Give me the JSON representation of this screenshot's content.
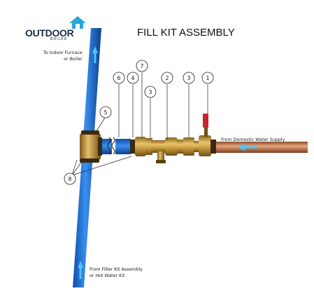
{
  "brand": {
    "word": "OUTDOOR",
    "sub": "BOILER"
  },
  "title": "FILL KIT ASSEMBLY",
  "labels": {
    "to_furnace_line1": "To Indoor Furnace",
    "to_furnace_line2": "or Boiler",
    "from_filter_line1": "From Filter Kit Assembly",
    "from_filter_line2": "or Hot Water Kit",
    "from_supply": "From Domestic Water Supply"
  },
  "callouts": [
    "1",
    "2",
    "3",
    "3",
    "4",
    "5",
    "6",
    "7",
    "8"
  ],
  "colors": {
    "pipe_blue": "#1f6fd1",
    "brass": "#c8a14a",
    "copper": "#c9855a",
    "handle_red": "#c8262b",
    "flow_arrow": "#4fc3ff"
  }
}
